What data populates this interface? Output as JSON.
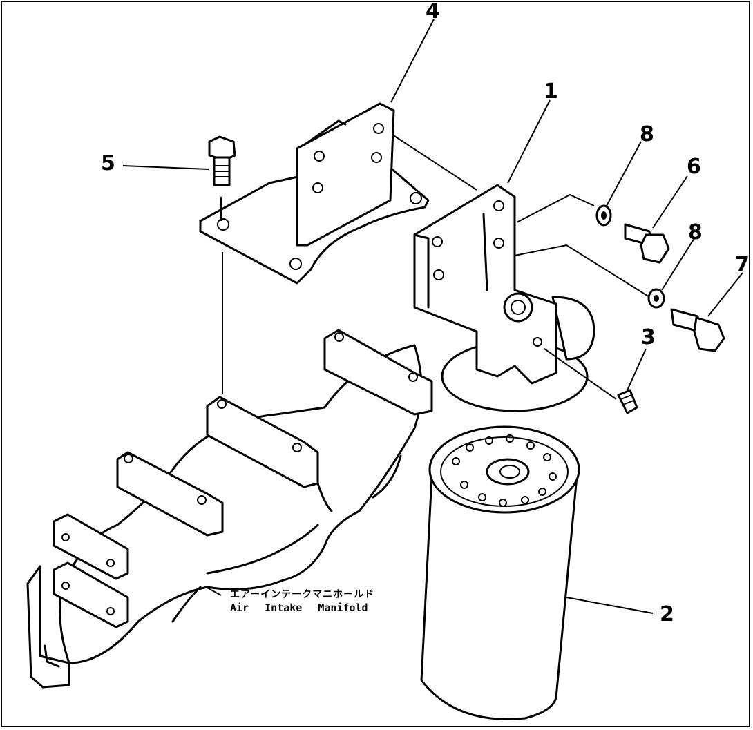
{
  "callouts": {
    "c1": "1",
    "c2": "2",
    "c3": "3",
    "c4": "4",
    "c5": "5",
    "c6": "6",
    "c7": "7",
    "c8a": "8",
    "c8b": "8"
  },
  "labels": {
    "manifold_jp": "エアーインテークマニホールド",
    "manifold_en": "Air Intake Manifold"
  }
}
